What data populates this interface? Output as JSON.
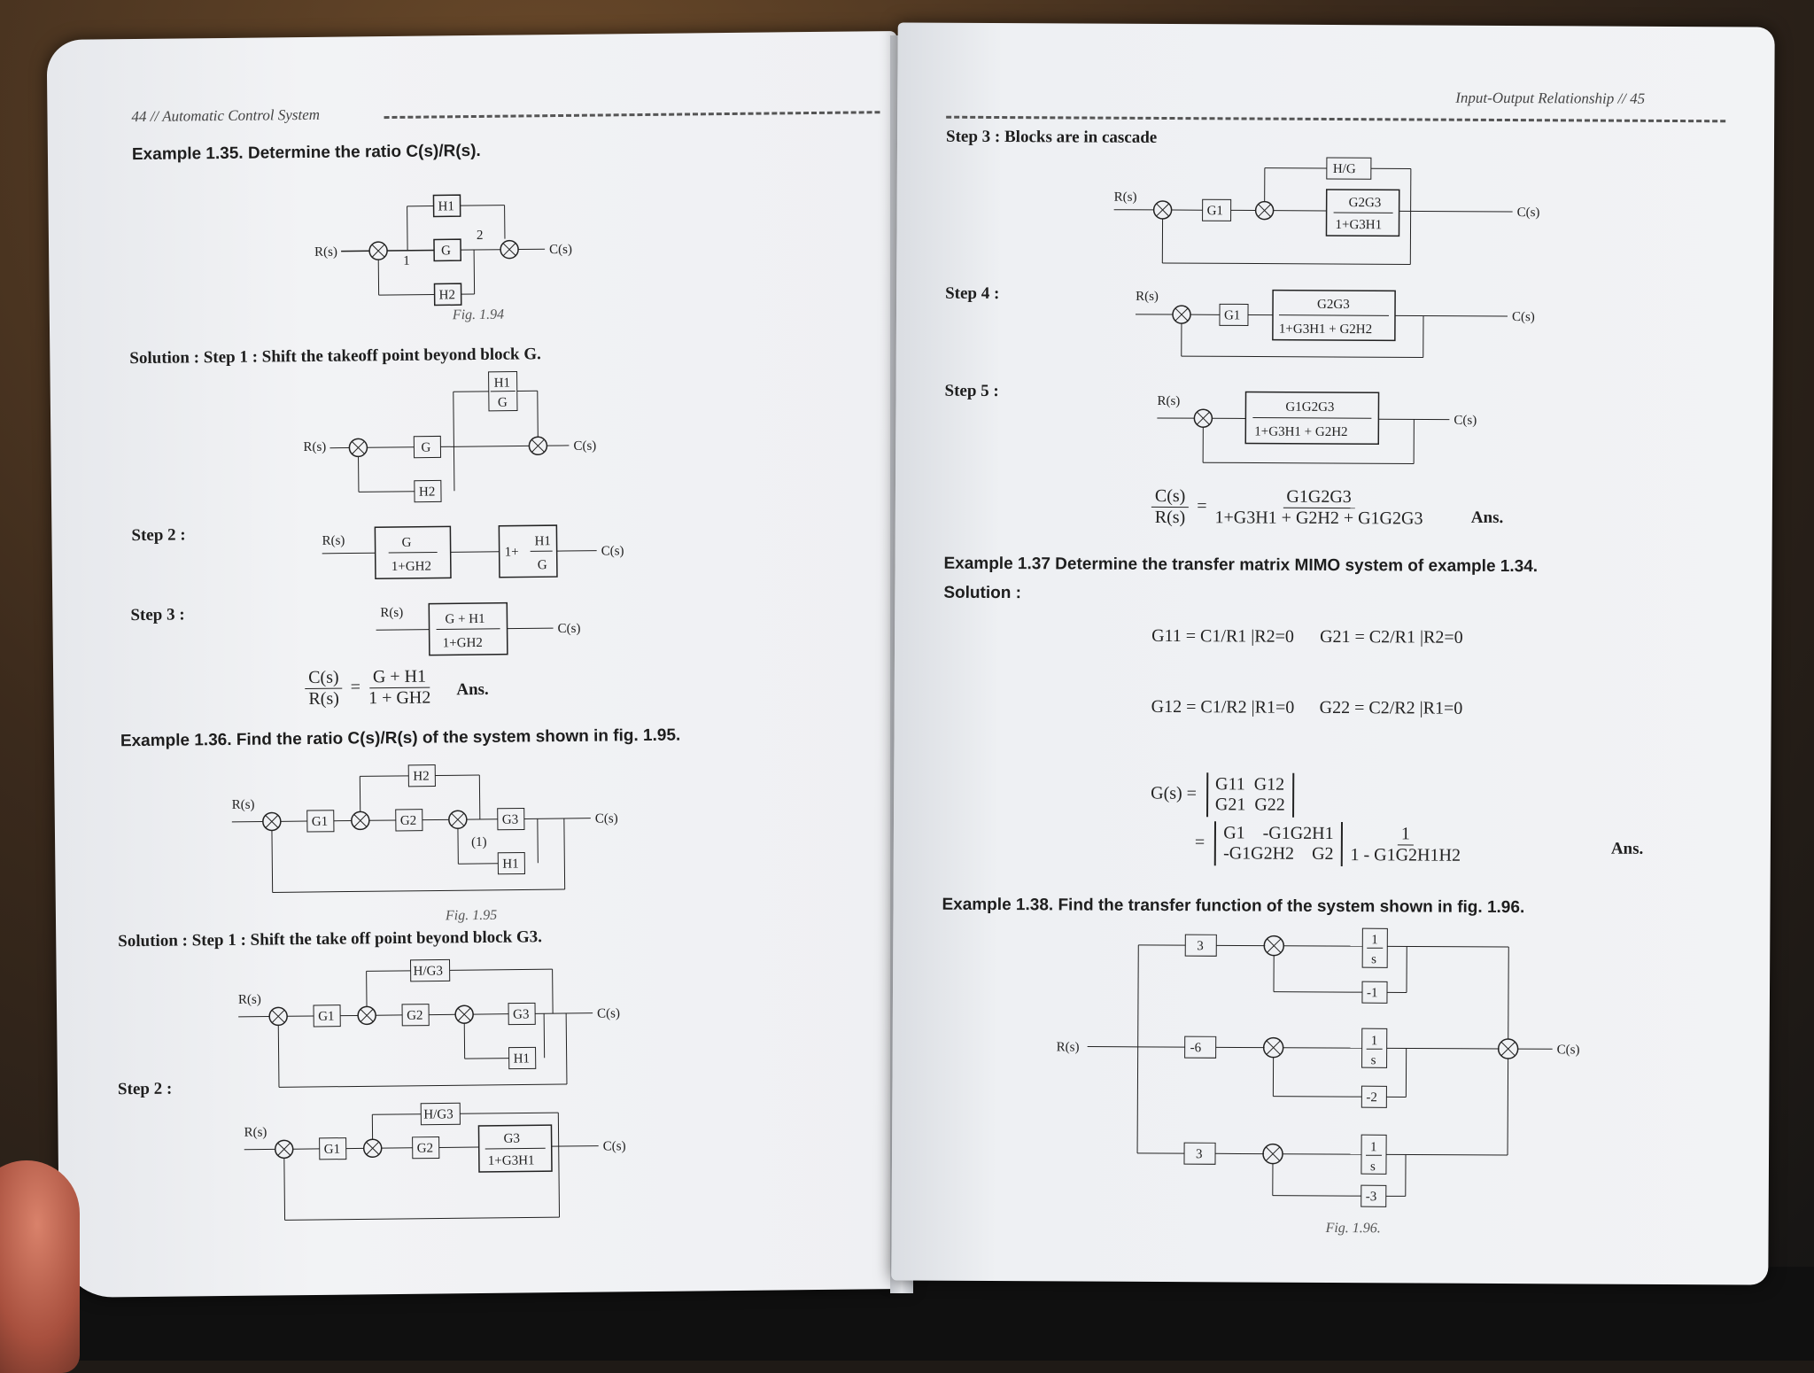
{
  "left_page": {
    "header": "44 // Automatic Control System",
    "ex135_title": "Example 1.35. Determine the ratio C(s)/R(s).",
    "fig194": "Fig. 1.94",
    "sol_step1": "Solution : Step 1 : Shift the takeoff point beyond block G.",
    "step2": "Step 2 :",
    "step3": "Step 3 :",
    "ans": "Ans.",
    "ex136_title": "Example 1.36. Find the ratio C(s)/R(s) of the system shown in fig. 1.95.",
    "fig195": "Fig. 1.95",
    "sol136_step1": "Solution : Step 1 : Shift the take off point beyond block G3.",
    "step2b": "Step 2 :",
    "labels": {
      "r": "R(s)",
      "c": "C(s)",
      "g": "G",
      "h1": "H1",
      "h2": "H2",
      "g1": "G1",
      "g2": "G2",
      "g3": "G3",
      "hg3": "H/G3",
      "h1g": "H1/G",
      "one": "1",
      "two": "2",
      "p1": "(1)"
    },
    "eq_num": "C(s)",
    "eq_den": "R(s)",
    "eq_rhs_num": "G + H1",
    "eq_rhs_den": "1 + GH2",
    "blk_s2a_num": "G",
    "blk_s2a_den": "1+GH2",
    "blk_s2b": "1+",
    "blk_s3_num": "G + H1",
    "blk_s3_den": "1+GH2",
    "blk_g3_num": "G3",
    "blk_g3_den": "1+G3H1"
  },
  "right_page": {
    "header": "Input-Output Relationship // 45",
    "step3": "Step 3 : Blocks are in cascade",
    "step4": "Step 4 :",
    "step5": "Step 5 :",
    "s3_num": "G2G3",
    "s3_den": "1+G3H1",
    "s3_fb": "H/G",
    "s4_num": "G2G3",
    "s4_den": "1+G3H1 + G2H2",
    "s5_num": "G1G2G3",
    "s5_den": "1+G3H1 + G2H2",
    "final_num": "G1G2G3",
    "final_den": "1+G3H1 + G2H2 + G1G2G3",
    "ans": "Ans.",
    "ex137_title": "Example 1.37 Determine the transfer matrix MIMO system of example 1.34.",
    "solution": "Solution :",
    "g11": "G11 = C1/R1 |R2=0",
    "g21": "G21 = C2/R1 |R2=0",
    "g12": "G12 = C1/R2 |R1=0",
    "g22": "G22 = C2/R2 |R1=0",
    "gs": "G(s) =",
    "matrix": [
      "G11",
      "G12",
      "G21",
      "G22"
    ],
    "matrix2": [
      "G1",
      "-G1G2H1",
      "-G1G2H2",
      "G2"
    ],
    "matrix2_factor_num": "1",
    "matrix2_factor_den": "1 - G1G2H1H2",
    "ex138_title": "Example 1.38. Find the transfer function of the system shown in fig. 1.96.",
    "fig196": "Fig. 1.96.",
    "labels": {
      "r": "R(s)",
      "c": "C(s)",
      "b3": "3",
      "bm6": "-6",
      "bm1": "-1",
      "bm2": "-2",
      "bm3": "-3",
      "one": "1",
      "s": "s",
      "g1": "G1"
    }
  }
}
